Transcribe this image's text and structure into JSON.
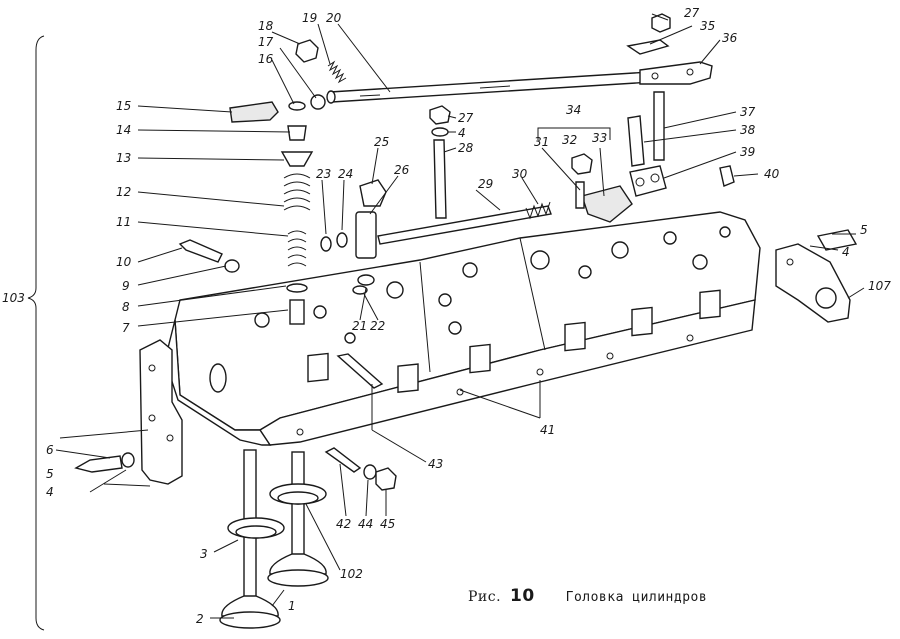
{
  "figure": {
    "caption_prefix": "Рис.",
    "caption_number": "10",
    "caption_title": "Головка цилиндров"
  },
  "callouts": {
    "c1": "1",
    "c2": "2",
    "c3": "3",
    "c4a": "4",
    "c4b": "4",
    "c4c": "4",
    "c5a": "5",
    "c5b": "5",
    "c6": "6",
    "c7": "7",
    "c8": "8",
    "c9": "9",
    "c10": "10",
    "c11": "11",
    "c12": "12",
    "c13": "13",
    "c14": "14",
    "c15": "15",
    "c16": "16",
    "c17": "17",
    "c18": "18",
    "c19": "19",
    "c20": "20",
    "c21": "21",
    "c22": "22",
    "c23": "23",
    "c24": "24",
    "c25": "25",
    "c26": "26",
    "c27a": "27",
    "c27b": "27",
    "c28": "28",
    "c29": "29",
    "c30": "30",
    "c31": "31",
    "c32": "32",
    "c33": "33",
    "c34": "34",
    "c35": "35",
    "c36": "36",
    "c37": "37",
    "c38": "38",
    "c39": "39",
    "c40": "40",
    "c41": "41",
    "c42": "42",
    "c43": "43",
    "c44": "44",
    "c45": "45",
    "c102": "102",
    "c103": "103",
    "c107": "107"
  }
}
